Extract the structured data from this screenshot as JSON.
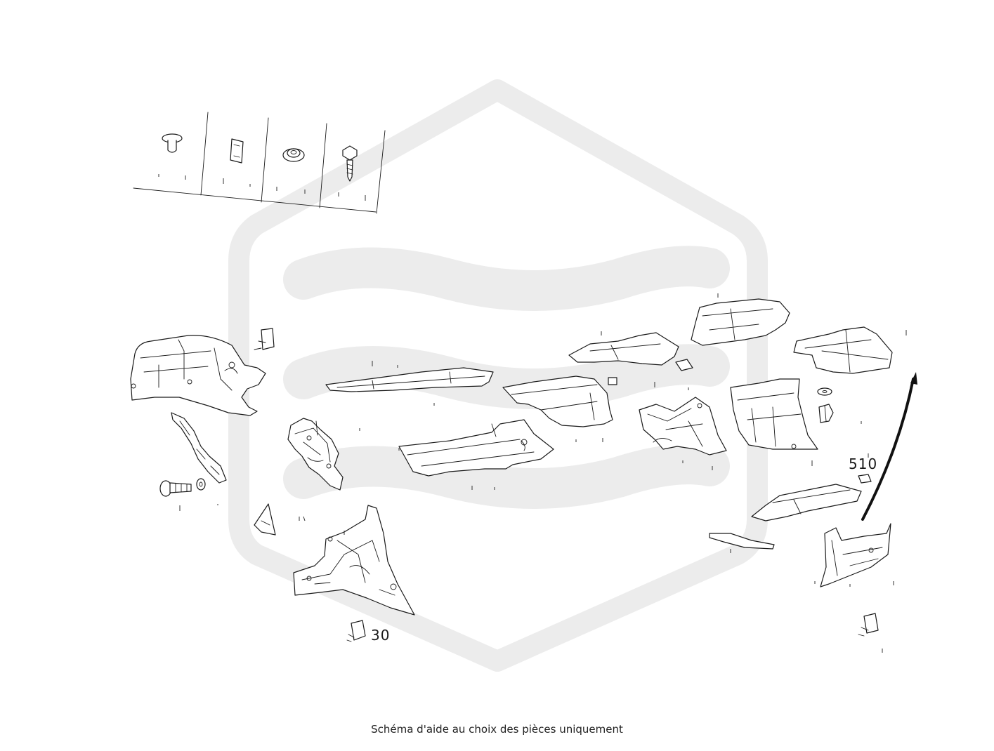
{
  "caption": "Schéma d'aide au choix des pièces uniquement",
  "callouts": {
    "left_clip": "30",
    "right_clip": "510"
  },
  "colors": {
    "line": "#1a1a1a",
    "watermark": "#ececec",
    "background": "#ffffff"
  },
  "watermark_icon": "logo-watermark-icon"
}
